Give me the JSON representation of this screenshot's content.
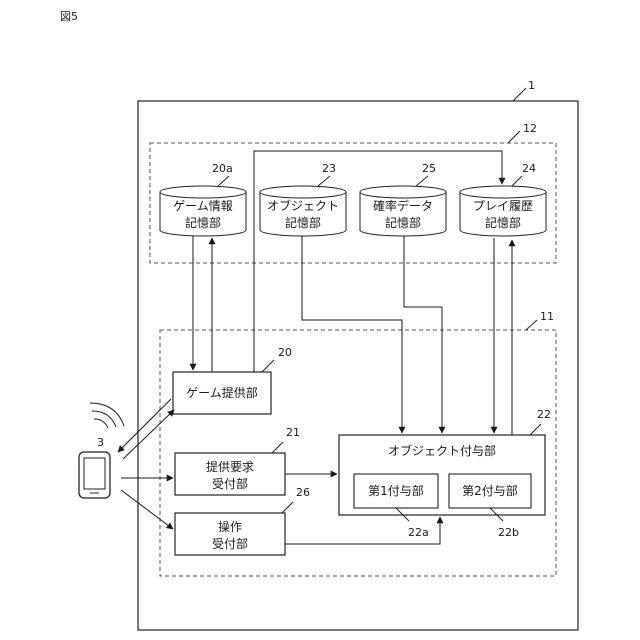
{
  "figure_label": "図5",
  "system": {
    "ref": "1"
  },
  "storage_unit": {
    "ref": "12",
    "stores": [
      {
        "ref": "20a",
        "line1": "ゲーム情報",
        "line2": "記憶部"
      },
      {
        "ref": "23",
        "line1": "オブジェクト",
        "line2": "記憶部"
      },
      {
        "ref": "25",
        "line1": "確率データ",
        "line2": "記憶部"
      },
      {
        "ref": "24",
        "line1": "プレイ履歴",
        "line2": "記憶部"
      }
    ]
  },
  "control_unit": {
    "ref": "11",
    "game_provider": {
      "ref": "20",
      "label": "ゲーム提供部"
    },
    "request_receiver": {
      "ref": "21",
      "line1": "提供要求",
      "line2": "受付部"
    },
    "operation_receiver": {
      "ref": "26",
      "line1": "操作",
      "line2": "受付部"
    },
    "object_assigner": {
      "ref": "22",
      "label": "オブジェクト付与部",
      "first": {
        "ref": "22a",
        "label": "第1付与部"
      },
      "second": {
        "ref": "22b",
        "label": "第2付与部"
      }
    }
  },
  "terminal": {
    "ref": "3"
  }
}
